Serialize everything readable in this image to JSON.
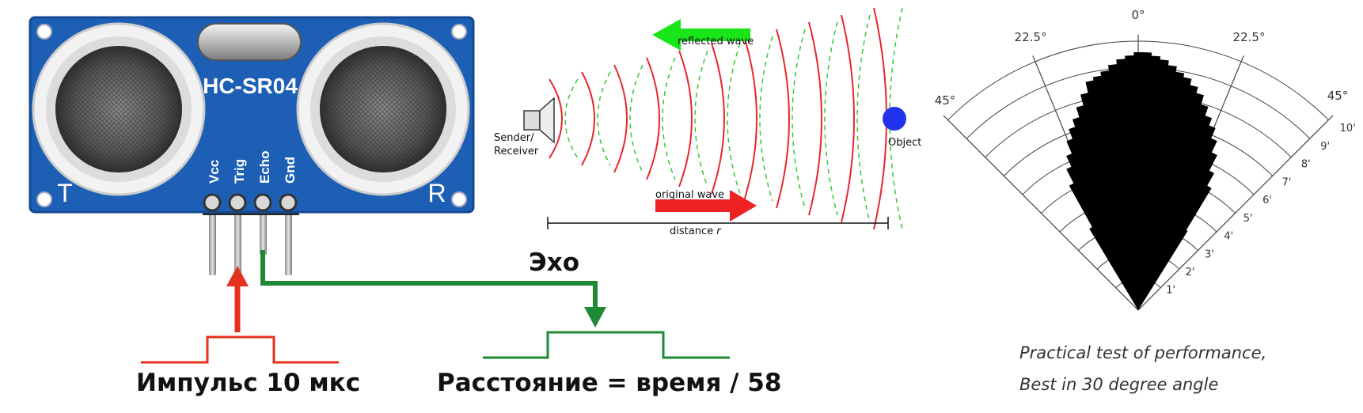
{
  "colors": {
    "pcb": "#1c5fb5",
    "pcb_dark": "#134a92",
    "pulse_red": "#e3321d",
    "echo_green": "#1f8a35",
    "wave_red": "#e8262d",
    "wave_green": "#3cc43c",
    "arrow_bright_green": "#19e619",
    "arrow_red": "#ee2222",
    "object_blue": "#2233ee"
  },
  "sensor": {
    "model": "HC-SR04",
    "label_t": "T",
    "label_r": "R",
    "pins": [
      "Vcc",
      "Trig",
      "Echo",
      "Gnd"
    ]
  },
  "timing": {
    "echo_label": "Эхо",
    "pulse_label": "Импульс 10 мкс",
    "distance_label": "Расстояние = время / 58"
  },
  "wave_diagram": {
    "reflected_label": "reflected wave",
    "original_label": "original wave",
    "sender_label_1": "Sender/",
    "sender_label_2": "Receiver",
    "object_label": "Object",
    "distance_label": "distance",
    "distance_symbol": "r"
  },
  "beam_pattern": {
    "angle_top": "0°",
    "angle_left_upper": "22.5°",
    "angle_right_upper": "22.5°",
    "angle_left_side": "45°",
    "angle_right_side": "45°",
    "range_labels": [
      "1'",
      "2'",
      "3'",
      "4'",
      "5'",
      "6'",
      "7'",
      "8'",
      "9'",
      "10'"
    ],
    "caption_line1": "Practical test of performance,",
    "caption_line2": "Best in 30 degree angle"
  }
}
